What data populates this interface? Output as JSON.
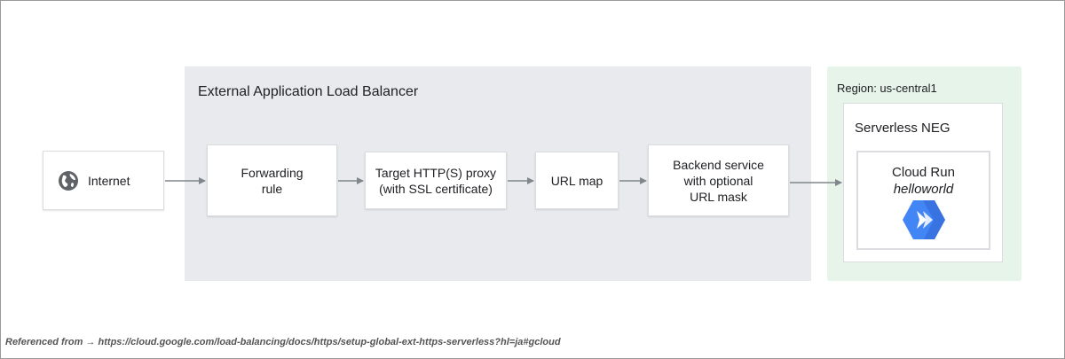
{
  "diagram": {
    "lb_title": "External Application Load Balancer",
    "region_title": "Region: us-central1",
    "neg_title": "Serverless NEG",
    "cloud_run": {
      "name": "Cloud Run",
      "service": "helloworld"
    },
    "nodes": {
      "internet": "Internet",
      "forwarding_rule": "Forwarding\nrule",
      "target_proxy": "Target HTTP(S) proxy\n(with SSL certificate)",
      "url_map": "URL map",
      "backend_service": "Backend service\nwith optional\nURL mask"
    },
    "icons": {
      "internet": "globe-icon",
      "cloud_run": "cloud-run-icon"
    },
    "colors": {
      "lb_region": "#e8eaed",
      "geo_region": "#e6f4ea",
      "cloud_run_icon": "#4285f4",
      "arrow": "#80868b"
    }
  },
  "footnote": "Referenced from → https://cloud.google.com/load-balancing/docs/https/setup-global-ext-https-serverless?hl=ja#gcloud"
}
